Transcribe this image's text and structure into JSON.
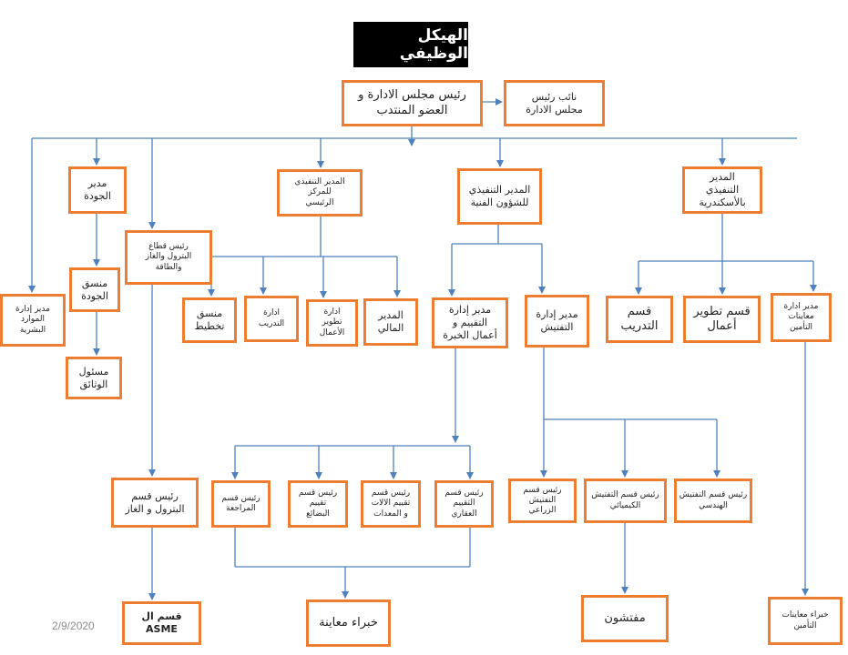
{
  "title": "الهيكل الوظيفي",
  "date": "2/9/2020",
  "colors": {
    "box_border": "#ED7D31",
    "connector": "#4F81BD",
    "title_bg": "#000000",
    "title_text": "#FFFFFF"
  },
  "nodes": {
    "chairman": "رئيس مجلس الادارة و\nالعضو المنتدب",
    "vice_chairman": "نائب رئيس\nمجلس الادارة",
    "quality_manager": "مدير\nالجودة",
    "exec_head_office": "المدير التنفيذي\nللمركز\nالرئيسي",
    "exec_technical": "المدير التنفيذي\nللشؤون الفنية",
    "exec_alexandria": "المدير\nالتنفيذي\nبالأسكندرية",
    "hr_manager": "مدير إدارة\nالموارد\nالبشرية",
    "petroleum_sector_head": "رئيس قطاع\nالبترول والغاز\nوالطاقة",
    "quality_coordinator": "منسق\nالجودة",
    "documents_officer": "مسئول\nالوثائق",
    "planning_coordinator": "منسق\nتخطيط",
    "training_admin": "ادارة\nالتدريب",
    "business_dev_admin": "ادارة\nتطوير\nالأعمال",
    "financial_manager": "المدير\nالمالي",
    "evaluation_manager": "مدير إدارة\nالتقييم و\nأعمال الخبرة",
    "inspection_manager": "مدير إدارة\nالتفتيش",
    "training_dept": "قسم\nالتدريب",
    "business_dev_dept": "قسم تطوير\nأعمال",
    "insurance_inspection_manager": "مدير ادارة\nمعاينات\nالتأمين",
    "petroleum_dept_head": "رئيس قسم\nالبترول و الغاز",
    "audit_head": "رئيس قسم\nالمراجعة",
    "goods_eval_head": "رئيس قسم\nتقييم\nالبضائع",
    "machinery_eval_head": "رئيس قسم\nتقييم الالات\nو المعدات",
    "realestate_eval_head": "رئيس قسم\nالتقييم\nالعقاري",
    "agri_inspection_head": "رئيس قسم\nالتفتيش\nالزراعي",
    "chem_inspection_head": "رئيس قسم التفتيش\nالكيميائي",
    "eng_inspection_head": "رئيس قسم التفتيش\nالهندسي",
    "asme_dept": "قسم ال\nASME",
    "inspection_experts": "خبراء معاينة",
    "inspectors": "مفتشون",
    "insurance_experts": "خبراء معاينات\nالتأمين"
  }
}
